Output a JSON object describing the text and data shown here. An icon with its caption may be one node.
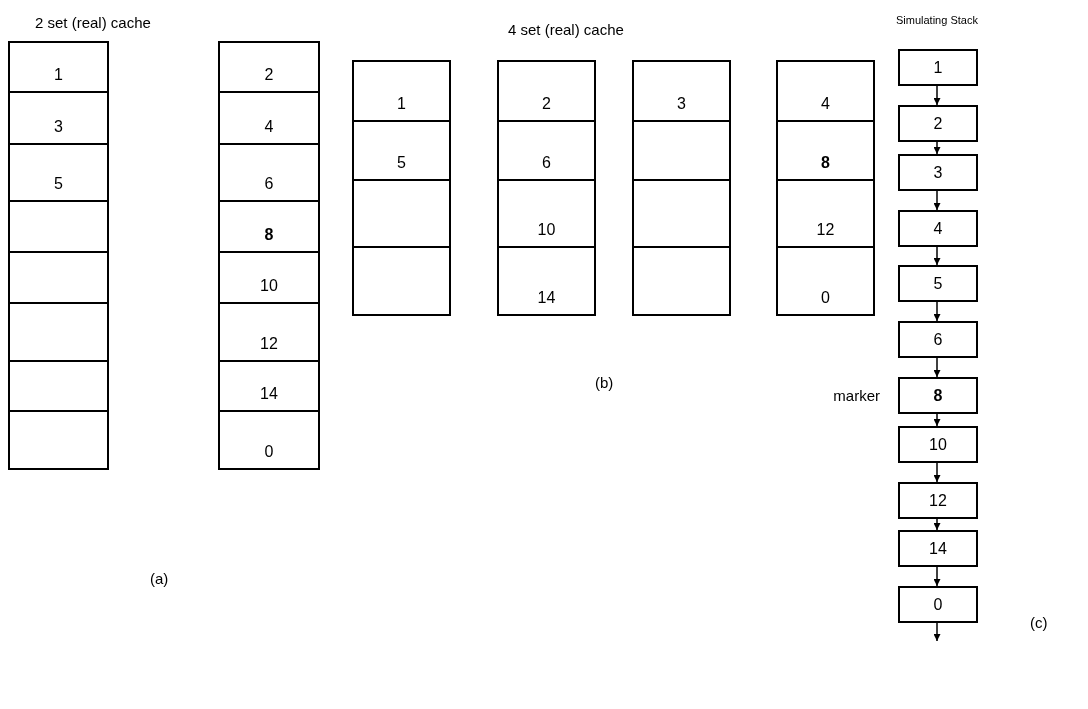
{
  "diagram": {
    "nodes": [
      {
        "text": [
          "1"
        ]
      },
      {
        "text": [
          "3"
        ]
      },
      {
        "text": [
          "5"
        ]
      },
      {
        "text": [],
        "shape": "box"
      },
      {
        "text": [],
        "shape": "box"
      },
      {
        "text": [],
        "shape": "box"
      },
      {
        "text": [],
        "shape": "box"
      },
      {
        "text": [],
        "shape": "box"
      },
      {
        "text": [
          "2"
        ]
      },
      {
        "text": [
          "4"
        ]
      },
      {
        "text": [
          "6"
        ]
      },
      {
        "text": [
          "**8**"
        ]
      },
      {
        "text": [
          "10"
        ]
      },
      {
        "text": [
          "12"
        ]
      },
      {
        "text": [
          "14"
        ]
      },
      {
        "text": [
          "0"
        ]
      },
      {
        "text": [
          "1"
        ]
      },
      {
        "text": [
          "5"
        ]
      },
      {
        "text": [],
        "shape": "box"
      },
      {
        "text": [],
        "shape": "box"
      },
      {
        "text": [
          "2"
        ]
      },
      {
        "text": [
          "6"
        ]
      },
      {
        "text": [
          "10"
        ]
      },
      {
        "text": [
          "14"
        ]
      },
      {
        "text": [
          "3"
        ]
      },
      {
        "text": [],
        "shape": "box"
      },
      {
        "text": [],
        "shape": "box"
      },
      {
        "text": [],
        "shape": "box"
      },
      {
        "text": [
          "4"
        ]
      },
      {
        "text": [
          "**8**"
        ]
      },
      {
        "text": [
          "12"
        ]
      },
      {
        "text": [
          "0"
        ]
      },
      {
        "text": [
          "1"
        ]
      },
      {
        "text": [
          "2"
        ]
      },
      {
        "text": [
          "3"
        ]
      },
      {
        "text": [
          "4"
        ]
      },
      {
        "text": [
          "5"
        ]
      },
      {
        "text": [
          "6"
        ]
      },
      {
        "text": [
          "**8**"
        ],
        "beside": [
          "marker"
        ]
      },
      {
        "text": [
          "10"
        ]
      },
      {
        "text": [
          "12"
        ]
      },
      {
        "text": [
          "14"
        ]
      },
      {
        "text": [
          "0"
        ]
      }
    ],
    "edges": [
      {
        "from": 32,
        "to": 33,
        "arrow": "to"
      },
      {
        "from": 33,
        "to": 34,
        "arrow": "to"
      },
      {
        "from": 34,
        "to": 35,
        "arrow": "to"
      },
      {
        "from": 35,
        "to": 36,
        "arrow": "to"
      },
      {
        "from": 36,
        "to": 37,
        "arrow": "to"
      },
      {
        "from": 37,
        "to": 38,
        "arrow": "to"
      },
      {
        "from": 38,
        "to": 39,
        "arrow": "to"
      },
      {
        "from": 39,
        "to": 40,
        "arrow": "to"
      },
      {
        "from": 40,
        "to": 41,
        "arrow": "to"
      },
      {
        "from": 41,
        "to": 42,
        "arrow": "to"
      },
      {
        "from": 42,
        "to": null,
        "arrow": "to"
      }
    ],
    "labels": [
      "2 set (real) cache",
      "(a)",
      "4 set (real) cache",
      "(b)",
      "Simulating Stack",
      "(c)"
    ]
  }
}
